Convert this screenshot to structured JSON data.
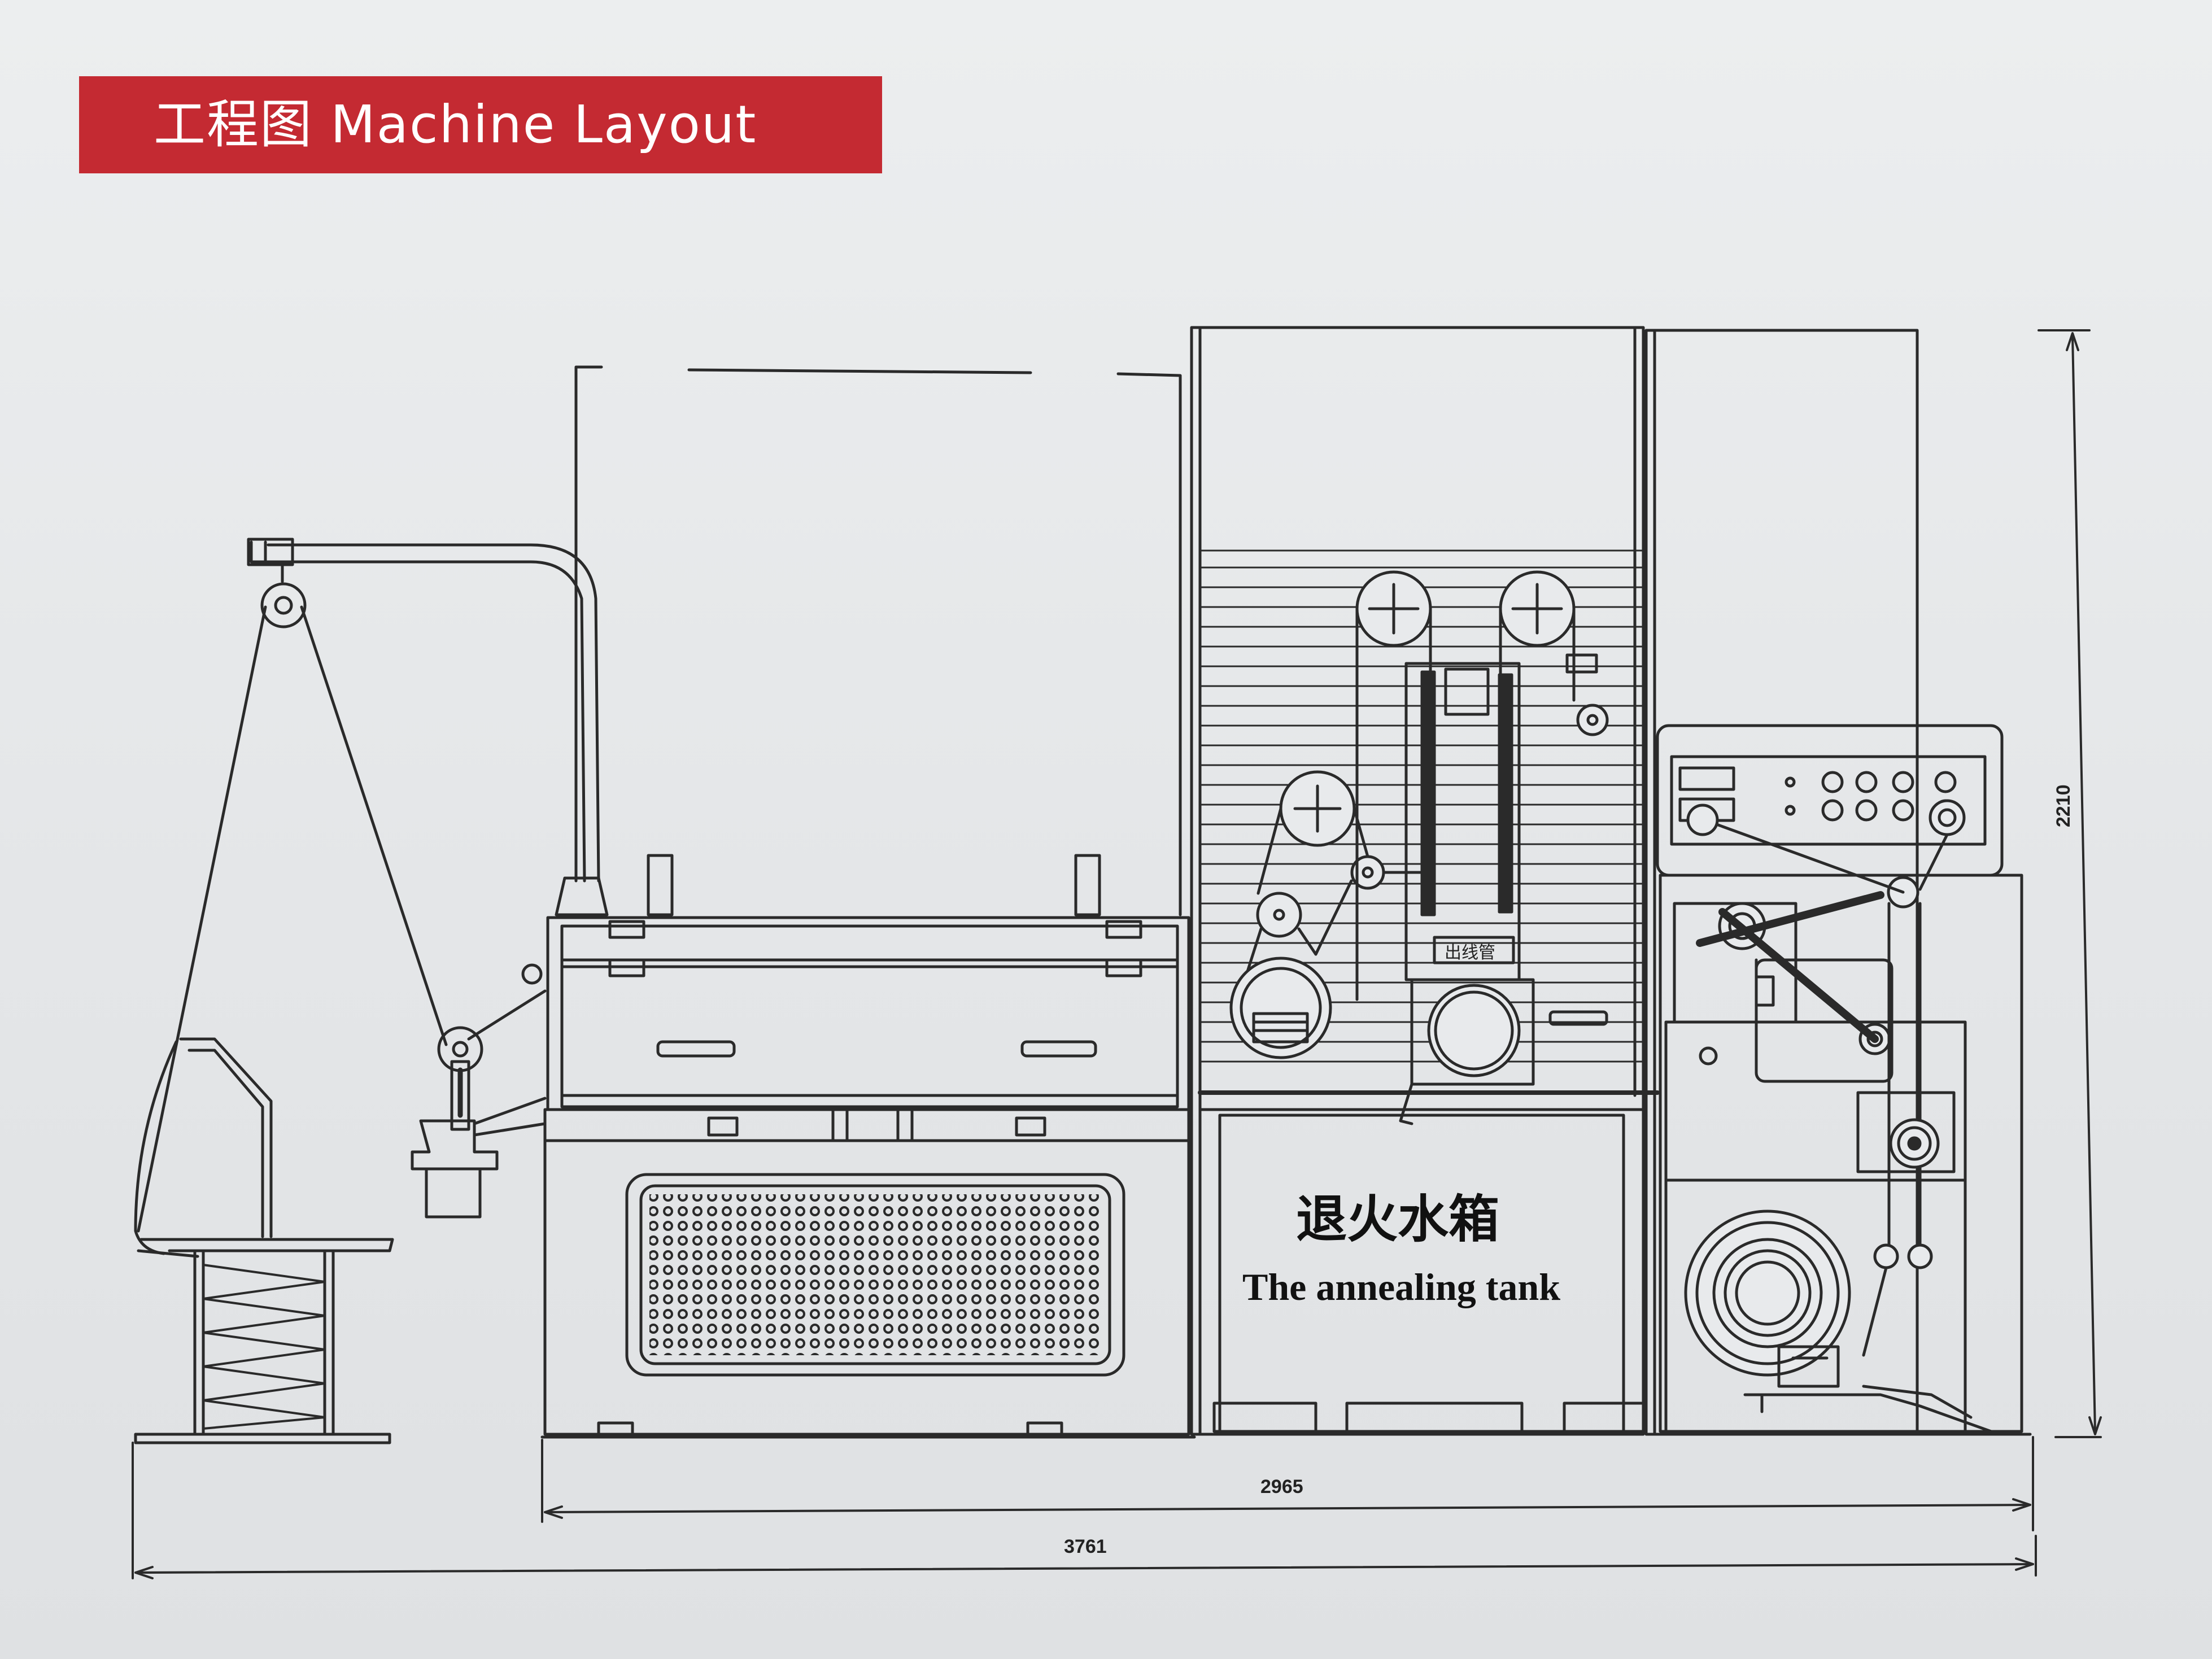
{
  "title": "工程图 Machine Layout",
  "colors": {
    "banner": "#c42a32",
    "line": "#2a2a2a",
    "background": "#e6e8ea"
  },
  "labels": {
    "tank_cn": "退火水箱",
    "tank_en": "The annealing tank",
    "panel_mark": "出线管"
  },
  "dimensions": {
    "height": "2210",
    "width_inner": "2965",
    "width_total": "3761"
  }
}
